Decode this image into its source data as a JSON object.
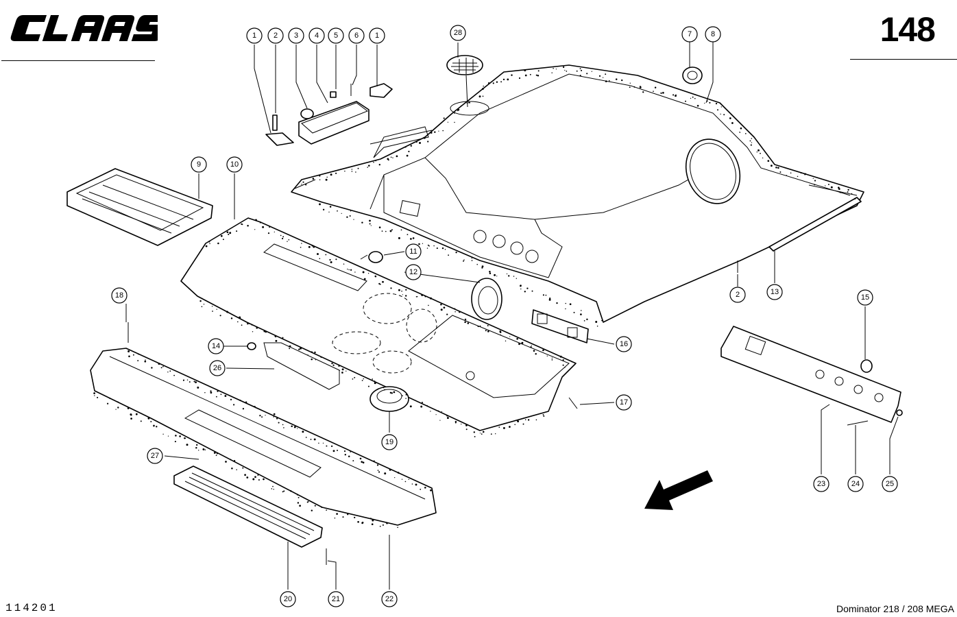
{
  "header": {
    "brand": "CLAAS",
    "page_number": "148"
  },
  "footer": {
    "doc_number": "114201",
    "model": "Dominator 218 / 208 MEGA"
  },
  "callouts": [
    "1",
    "2",
    "3",
    "4",
    "5",
    "6",
    "1",
    "28",
    "7",
    "8",
    "9",
    "10",
    "11",
    "12",
    "2",
    "13",
    "16",
    "15",
    "18",
    "14",
    "26",
    "17",
    "19",
    "23",
    "24",
    "25",
    "27",
    "20",
    "21",
    "22"
  ]
}
